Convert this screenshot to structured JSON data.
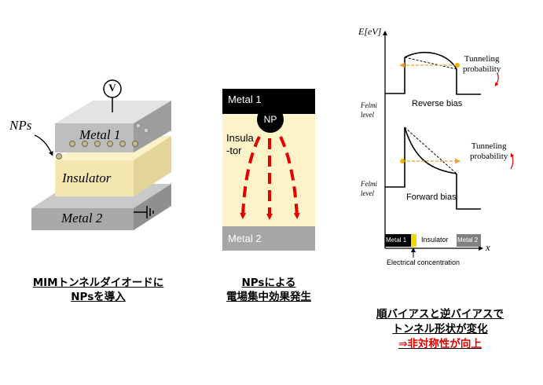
{
  "mim": {
    "voltmeter_symbol": "V",
    "nps_label": "NPs",
    "metal1_label": "Metal 1",
    "insulator_label": "Insulator",
    "metal2_label": "Metal 2",
    "caption_line1": "MIMトンネルダイオードに",
    "caption_line2": "NPsを導入"
  },
  "field": {
    "metal1_label": "Metal 1",
    "np_label": "NP",
    "insulator_line1": "Insula",
    "insulator_line2": "-tor",
    "metal2_label": "Metal 2",
    "caption_line1": "NPsによる",
    "caption_line2": "電場集中効果発生"
  },
  "band": {
    "y_axis_label": "E[eV]",
    "x_axis_label": "x",
    "tunneling_top_line1": "Tunneling",
    "tunneling_top_line2": "probability",
    "tunneling_bottom_line1": "Tunneling",
    "tunneling_bottom_line2": "probability",
    "reverse_bias_label": "Reverse bias",
    "forward_bias_label": "Forward bias",
    "felmi_top_line1": "Felmi",
    "felmi_top_line2": "level",
    "felmi_bottom_line1": "Felmi",
    "felmi_bottom_line2": "level",
    "bar_metal1": "Metal 1",
    "bar_insulator": "Insulator",
    "bar_metal2": "Metal 2",
    "electrical_concentration": "Electrical concentration",
    "caption_line1": "順バイアスと逆バイアスで",
    "caption_line2": "トンネル形状が変化",
    "caption_line3": "⇒非対称性が向上"
  },
  "colors": {
    "accent_red": "#e00000",
    "insulator_yellow": "#fdf3c8",
    "metal_gray": "#a8a8a8",
    "np_orange": "#f2b400"
  }
}
